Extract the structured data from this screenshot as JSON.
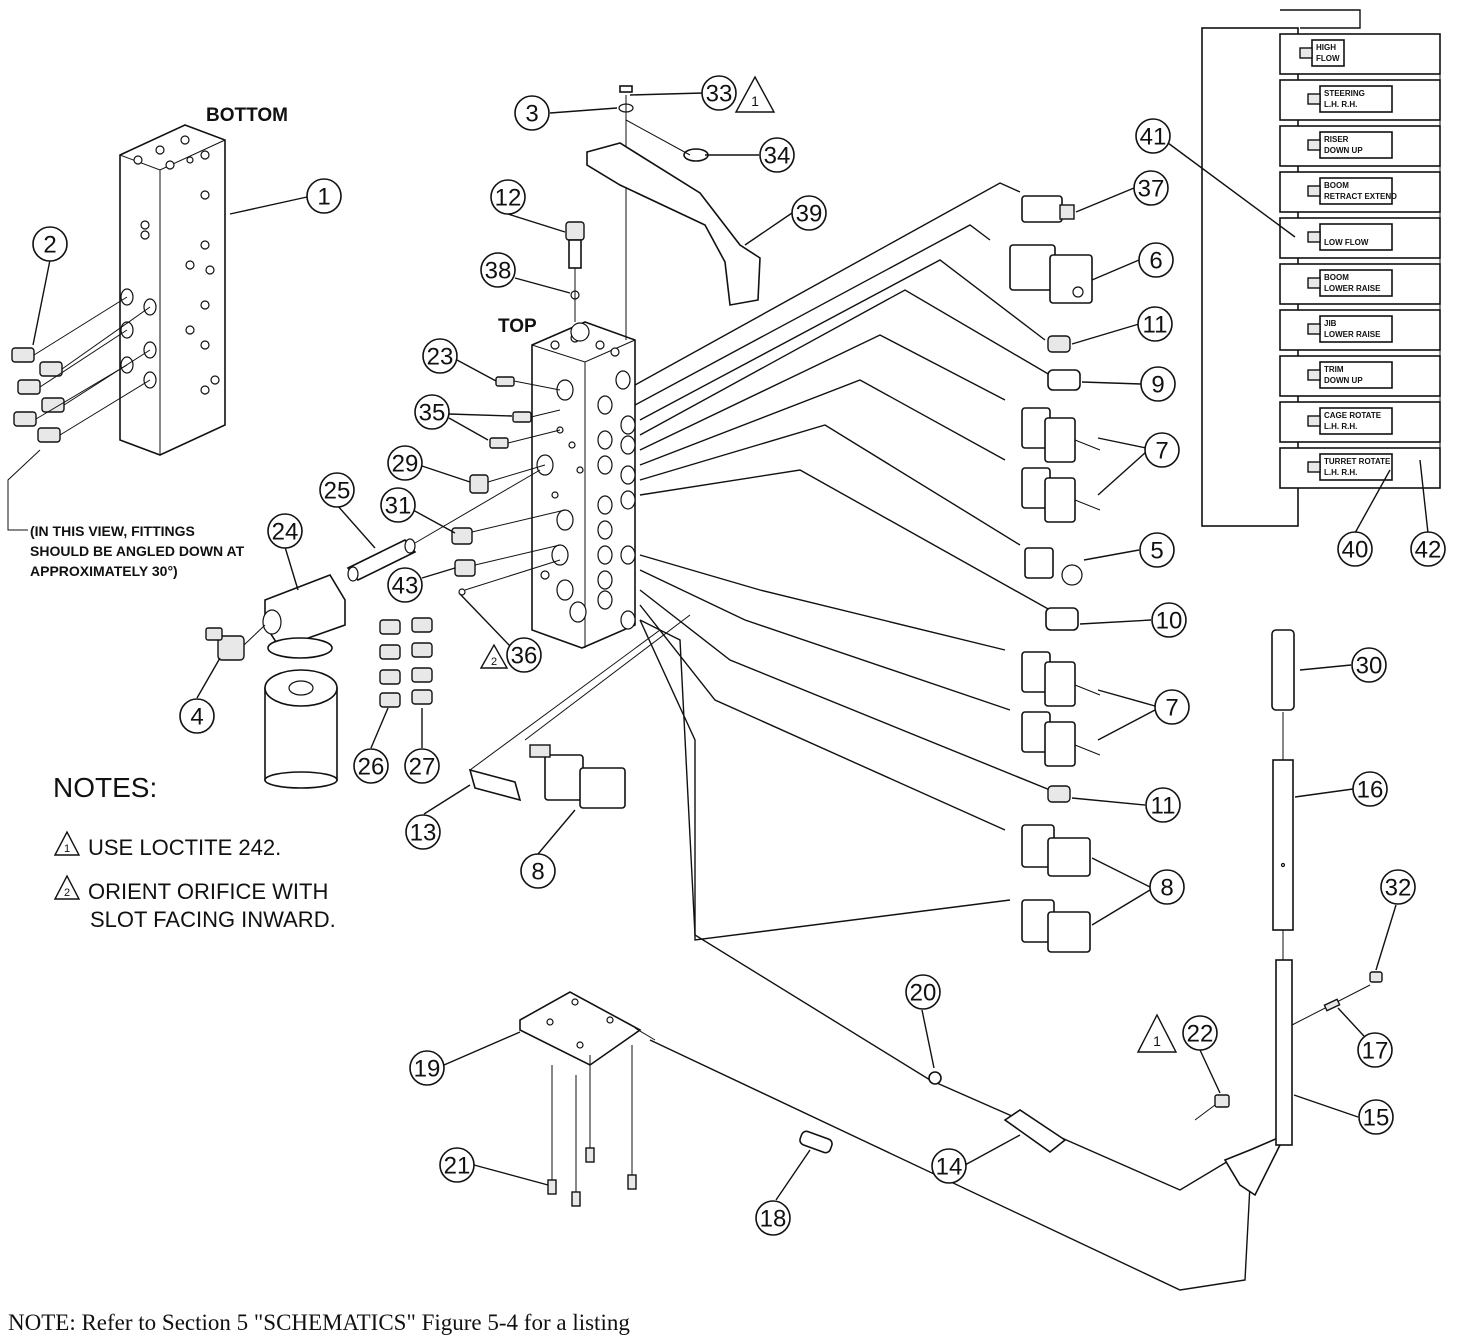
{
  "labels": {
    "bottom": "BOTTOM",
    "top": "TOP",
    "fitting_note": [
      "(IN THIS VIEW, FITTINGS",
      "SHOULD BE ANGLED DOWN AT",
      "APPROXIMATELY 30°)"
    ]
  },
  "notes": {
    "title": "NOTES:",
    "items": [
      {
        "mark": "1",
        "lines": [
          "USE LOCTITE 242."
        ]
      },
      {
        "mark": "2",
        "lines": [
          "ORIENT ORIFICE WITH",
          "SLOT FACING INWARD."
        ]
      }
    ]
  },
  "footer": "NOTE: Refer to Section 5 \"SCHEMATICS\" Figure 5-4 for a listing",
  "callouts": [
    "1",
    "2",
    "3",
    "4",
    "5",
    "6",
    "7",
    "8",
    "9",
    "10",
    "11",
    "12",
    "13",
    "14",
    "15",
    "16",
    "17",
    "18",
    "19",
    "20",
    "21",
    "22",
    "23",
    "24",
    "25",
    "26",
    "27",
    "29",
    "30",
    "31",
    "32",
    "33",
    "34",
    "35",
    "36",
    "37",
    "38",
    "39",
    "40",
    "41",
    "42",
    "43"
  ],
  "control_panel": [
    {
      "top": "HIGH",
      "bottom": "FLOW"
    },
    {
      "top": "STEERING",
      "bottom": "L.H.     R.H."
    },
    {
      "top": "RISER",
      "bottom": "DOWN       UP"
    },
    {
      "top": "BOOM",
      "bottom": "RETRACT  EXTEND"
    },
    {
      "top": "",
      "bottom": "LOW FLOW"
    },
    {
      "top": "BOOM",
      "bottom": "LOWER  RAISE"
    },
    {
      "top": "JIB",
      "bottom": "LOWER  RAISE"
    },
    {
      "top": "TRIM",
      "bottom": "DOWN      UP"
    },
    {
      "top": "CAGE ROTATE",
      "bottom": "L.H.    R.H."
    },
    {
      "top": "TURRET ROTATE",
      "bottom": "L.H.    R.H."
    }
  ],
  "note_marks": {
    "a": "1",
    "b": "2"
  }
}
